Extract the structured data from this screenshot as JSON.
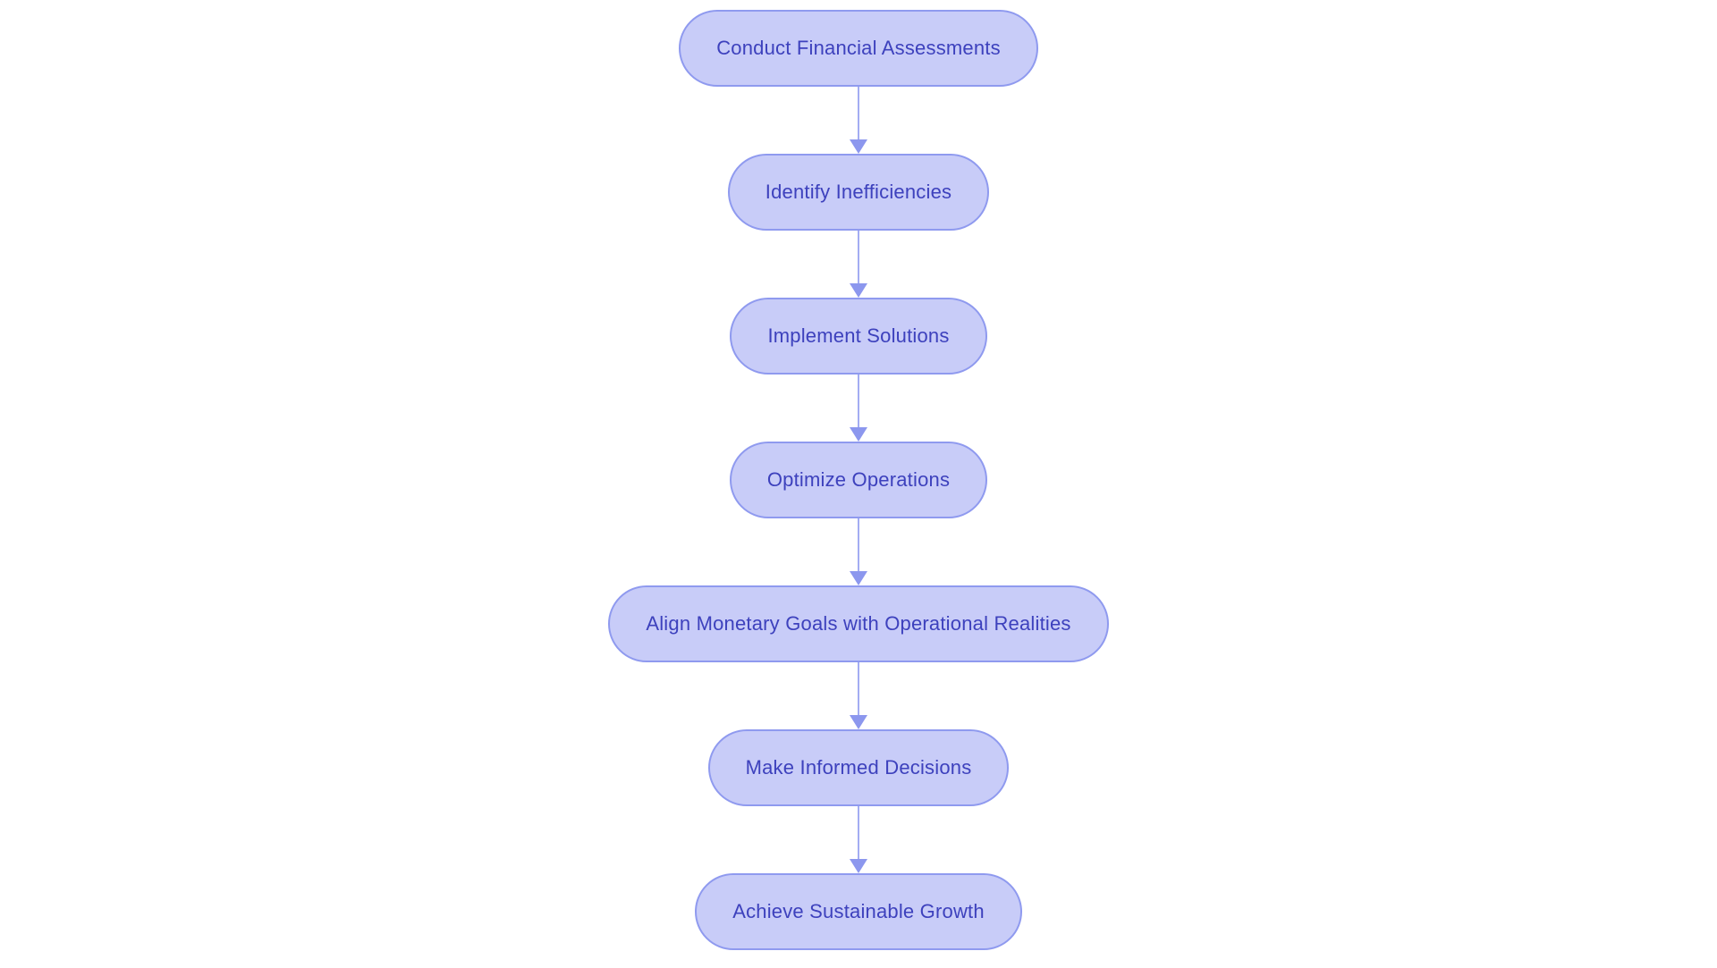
{
  "diagram": {
    "type": "flowchart",
    "direction": "top-down",
    "background_color": "#ffffff",
    "node_style": {
      "fill_color": "#c8ccf8",
      "border_color": "#8f9aef",
      "text_color": "#3d41bd",
      "shape": "pill"
    },
    "arrow_style": {
      "stem_color": "#a3acf3",
      "head_color": "#8c97ee"
    },
    "nodes": [
      {
        "id": 0,
        "label": "Conduct Financial Assessments"
      },
      {
        "id": 1,
        "label": "Identify Inefficiencies"
      },
      {
        "id": 2,
        "label": "Implement Solutions"
      },
      {
        "id": 3,
        "label": "Optimize Operations"
      },
      {
        "id": 4,
        "label": "Align Monetary Goals with Operational Realities"
      },
      {
        "id": 5,
        "label": "Make Informed Decisions"
      },
      {
        "id": 6,
        "label": "Achieve Sustainable Growth"
      }
    ],
    "edges": [
      {
        "from": 0,
        "to": 1
      },
      {
        "from": 1,
        "to": 2
      },
      {
        "from": 2,
        "to": 3
      },
      {
        "from": 3,
        "to": 4
      },
      {
        "from": 4,
        "to": 5
      },
      {
        "from": 5,
        "to": 6
      }
    ]
  }
}
